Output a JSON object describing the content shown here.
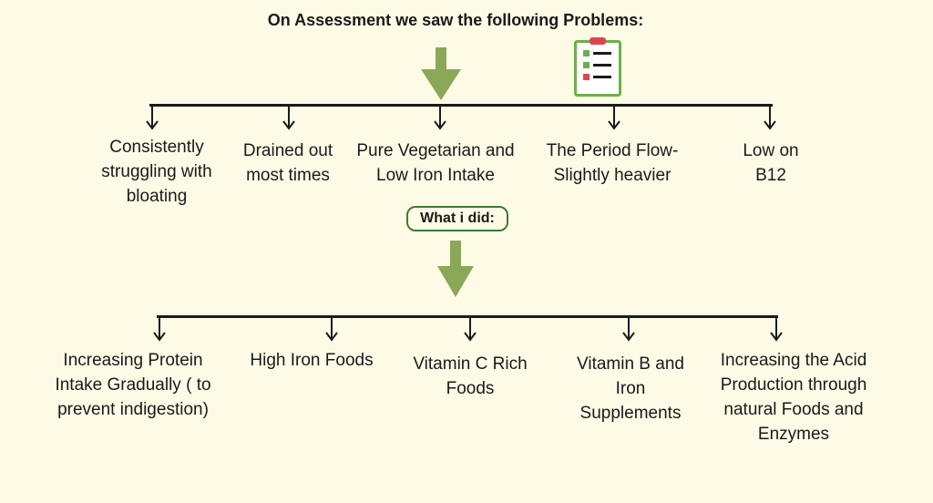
{
  "header": {
    "title": "On Assessment we saw the following Problems:"
  },
  "problems": [
    {
      "lines": [
        "Consistently",
        "struggling with",
        "bloating"
      ]
    },
    {
      "lines": [
        "Drained out",
        "most times"
      ]
    },
    {
      "lines": [
        "Pure Vegetarian and",
        "Low Iron Intake"
      ]
    },
    {
      "lines": [
        "The Period Flow-",
        "Slightly heavier"
      ]
    },
    {
      "lines": [
        "Low on",
        "B12"
      ]
    }
  ],
  "middle": {
    "label": "What i did:"
  },
  "actions": [
    {
      "lines": [
        "Increasing Protein",
        "Intake Gradually ( to",
        "prevent indigestion)"
      ]
    },
    {
      "lines": [
        "High Iron Foods"
      ]
    },
    {
      "lines": [
        "Vitamin C Rich",
        "Foods"
      ]
    },
    {
      "lines": [
        "Vitamin B and",
        "Iron",
        "Supplements"
      ]
    },
    {
      "lines": [
        "Increasing the Acid",
        "Production through",
        "natural Foods and",
        "Enzymes"
      ]
    }
  ],
  "colors": {
    "background": "#fdfbe6",
    "arrow_green": "#8aa858",
    "clipboard_green": "#6cb04a",
    "pill_border": "#3f7a35",
    "clip_red": "#e0454f"
  },
  "icons": [
    "down-arrow-icon",
    "clipboard-checklist-icon",
    "small-down-arrow-icon"
  ]
}
